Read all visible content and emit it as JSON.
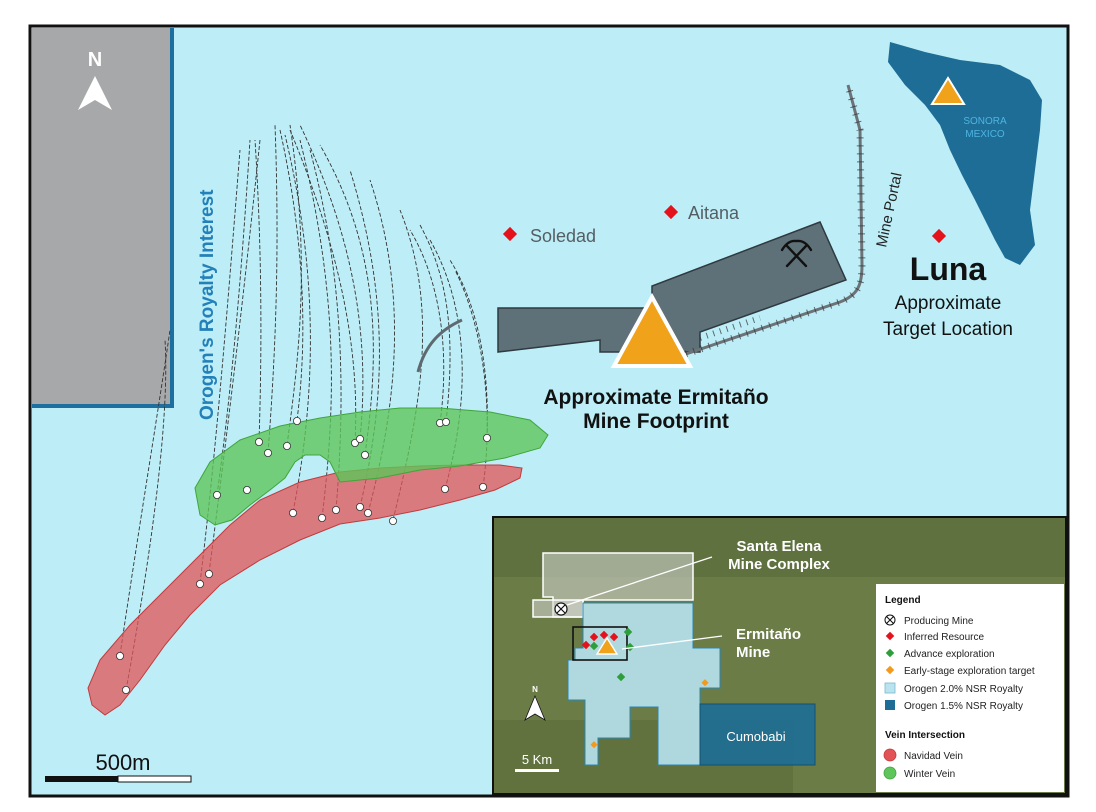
{
  "colors": {
    "water": "#bdeef7",
    "royalty_block": "#a7a8a9",
    "royalty_outline": "#1d6fa0",
    "footprint": "#5f7178",
    "target_triangle": "#f0a21b",
    "navidad_vein": "#e15355",
    "winter_vein": "#5fc55a",
    "target_diamond": "#e3121b",
    "royalty_label": "#2380b8"
  },
  "north_label": "N",
  "royalty_label": "Orogen's Royalty Interest",
  "mine_portal_label": "Mine Portal",
  "targets": [
    {
      "name": "Soledad"
    },
    {
      "name": "Aitana"
    }
  ],
  "luna": {
    "name": "Luna",
    "line1": "Approximate",
    "line2": "Target Location"
  },
  "footprint_label": {
    "line1": "Approximate Ermitaño",
    "line2": "Mine Footprint"
  },
  "state_map": {
    "line1": "SONORA",
    "line2": "MEXICO"
  },
  "scale_main": "500m",
  "inset": {
    "santa_elena_line1": "Santa Elena",
    "santa_elena_line2": "Mine Complex",
    "ermitano_line1": "Ermitaño",
    "ermitano_line2": "Mine",
    "cumobabi": "Cumobabi",
    "north_label": "N",
    "scale_label": "5 Km"
  },
  "legend": {
    "title": "Legend",
    "items": [
      {
        "label": "Producing Mine",
        "icon": "producing-mine-icon"
      },
      {
        "label": "Inferred Resource",
        "icon": "red-diamond-icon",
        "color": "#e3121b"
      },
      {
        "label": "Advance exploration",
        "icon": "green-diamond-icon",
        "color": "#2e9e3a"
      },
      {
        "label": "Early-stage exploration target",
        "icon": "orange-diamond-icon",
        "color": "#f39a1d"
      },
      {
        "label": "Orogen 2.0% NSR Royalty",
        "icon": "light-blue-square-icon",
        "color": "#b8e3ef"
      },
      {
        "label": "Orogen 1.5% NSR Royalty",
        "icon": "dark-blue-square-icon",
        "color": "#1d6d96"
      }
    ],
    "vein_title": "Vein Intersection",
    "vein_items": [
      {
        "label": "Navidad Vein",
        "color": "#e15355"
      },
      {
        "label": "Winter Vein",
        "color": "#5fc55a"
      }
    ]
  }
}
